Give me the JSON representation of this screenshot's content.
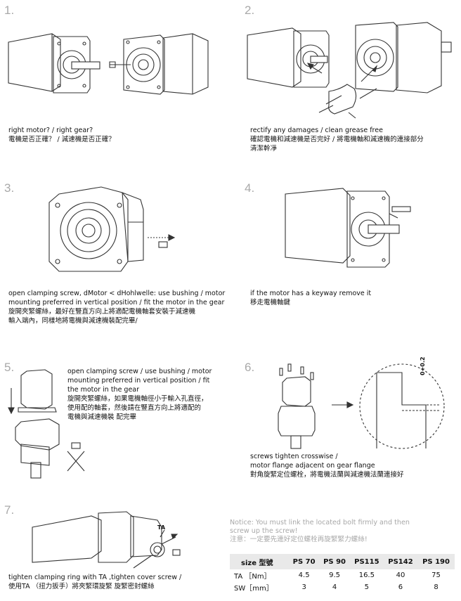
{
  "steps": [
    {
      "num": "1.",
      "lines": [
        "right motor? / right gear?",
        "電機是否正確？ / 減速機是否正確？"
      ]
    },
    {
      "num": "2.",
      "lines": [
        "rectify any damages / clean grease free",
        "確認電機和減速機是否完好 / 將電機軸和減速機的連接部分",
        "清潔幹凈"
      ]
    },
    {
      "num": "3.",
      "lines": [
        "open clamping screw, dMotor < dHohlwelle: use bushing / motor",
        "mounting preferred in vertical position / fit the motor in the gear",
        "旋開夾緊螺絲，最好在豎直方向上將適配電機軸套安裝于減速機",
        "輸入端內，同樣地將電機與減速機裝配完畢/"
      ]
    },
    {
      "num": "4.",
      "lines": [
        "if the motor has a keyway remove it",
        "移走電機軸鍵"
      ]
    },
    {
      "num": "5.",
      "lines": [
        "open clamping screw / use bushing / motor",
        "mounting preferred in vertical position / fit",
        "the motor in the gear",
        "旋開夾緊螺絲，如果電機軸徑小于輸入孔直徑，",
        "使用配的軸套，然後請在豎直方向上將適配的",
        "電機與減速機裝 配完畢"
      ]
    },
    {
      "num": "6.",
      "lines": [
        "screws tighten crosswise /",
        "motor flange adjacent on gear flange",
        "對角旋緊定位螺栓，將電機法蘭與減速機法蘭連接好"
      ]
    },
    {
      "num": "7.",
      "lines": [
        "tighten clamping ring with TA ,tighten cover screw /",
        "使用TA （扭力扳手）將夾緊環旋緊 旋緊密封螺絲"
      ]
    }
  ],
  "annotations": {
    "gap_label": "0+0.2",
    "torque_label": "TA"
  },
  "notice": {
    "en": "Notice: You must link the located bolt firmly and then",
    "en2": "screw up the screw!",
    "cn": "注意：一定要先連好定位螺栓再旋緊緊力螺絲!"
  },
  "table": {
    "header": [
      "size 型號",
      "PS 70",
      "PS 90",
      "PS115",
      "PS142",
      "PS 190"
    ],
    "rows": [
      {
        "label": "TA ［Nm］",
        "values": [
          "4.5",
          "9.5",
          "16.5",
          "40",
          "75"
        ]
      },
      {
        "label": "SW［mm］",
        "values": [
          "3",
          "4",
          "5",
          "6",
          "8"
        ]
      }
    ]
  },
  "colors": {
    "text": "#111111",
    "muted": "#a9a9a9",
    "header_bg": "#e9e9e9"
  }
}
